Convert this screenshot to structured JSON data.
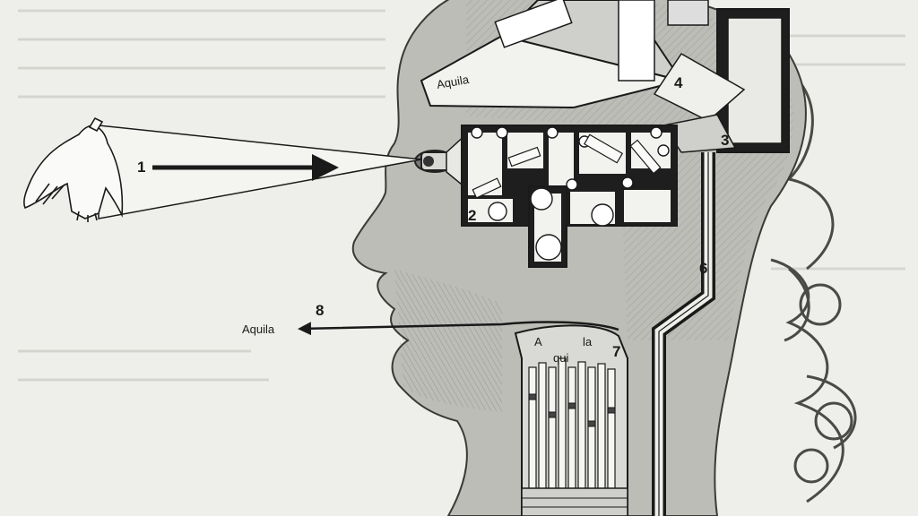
{
  "labels": {
    "aquila_brain": "Aquila",
    "aquila_spoken": "Aquila",
    "syllable_a": "A",
    "syllable_qui": "qui",
    "syllable_la": "la"
  },
  "steps": {
    "s1": "1",
    "s2": "2",
    "s3": "3",
    "s4": "4",
    "s6": "6",
    "s7": "7",
    "s8": "8"
  },
  "colors": {
    "paper": "#eeeeeb",
    "ink": "#1a1a1a"
  }
}
